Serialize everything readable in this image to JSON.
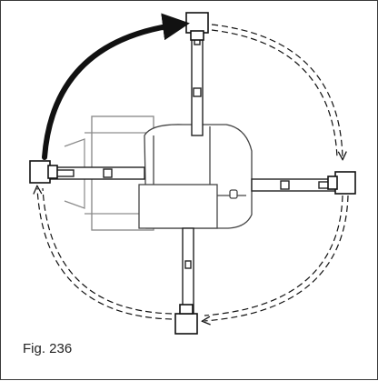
{
  "figure": {
    "caption": "Fig. 236",
    "subject": "cylinder-arm-rotation",
    "positions": [
      "top",
      "right",
      "bottom",
      "left"
    ],
    "active_move": {
      "from": "left",
      "to": "top",
      "style": "solid"
    },
    "other_moves": [
      {
        "from": "top",
        "to": "right",
        "style": "dashed"
      },
      {
        "from": "right",
        "to": "bottom",
        "style": "dashed"
      },
      {
        "from": "bottom",
        "to": "left",
        "style": "dashed"
      }
    ],
    "colors": {
      "line": "#111111",
      "machine": "#444444",
      "background": "#ffffff"
    }
  }
}
